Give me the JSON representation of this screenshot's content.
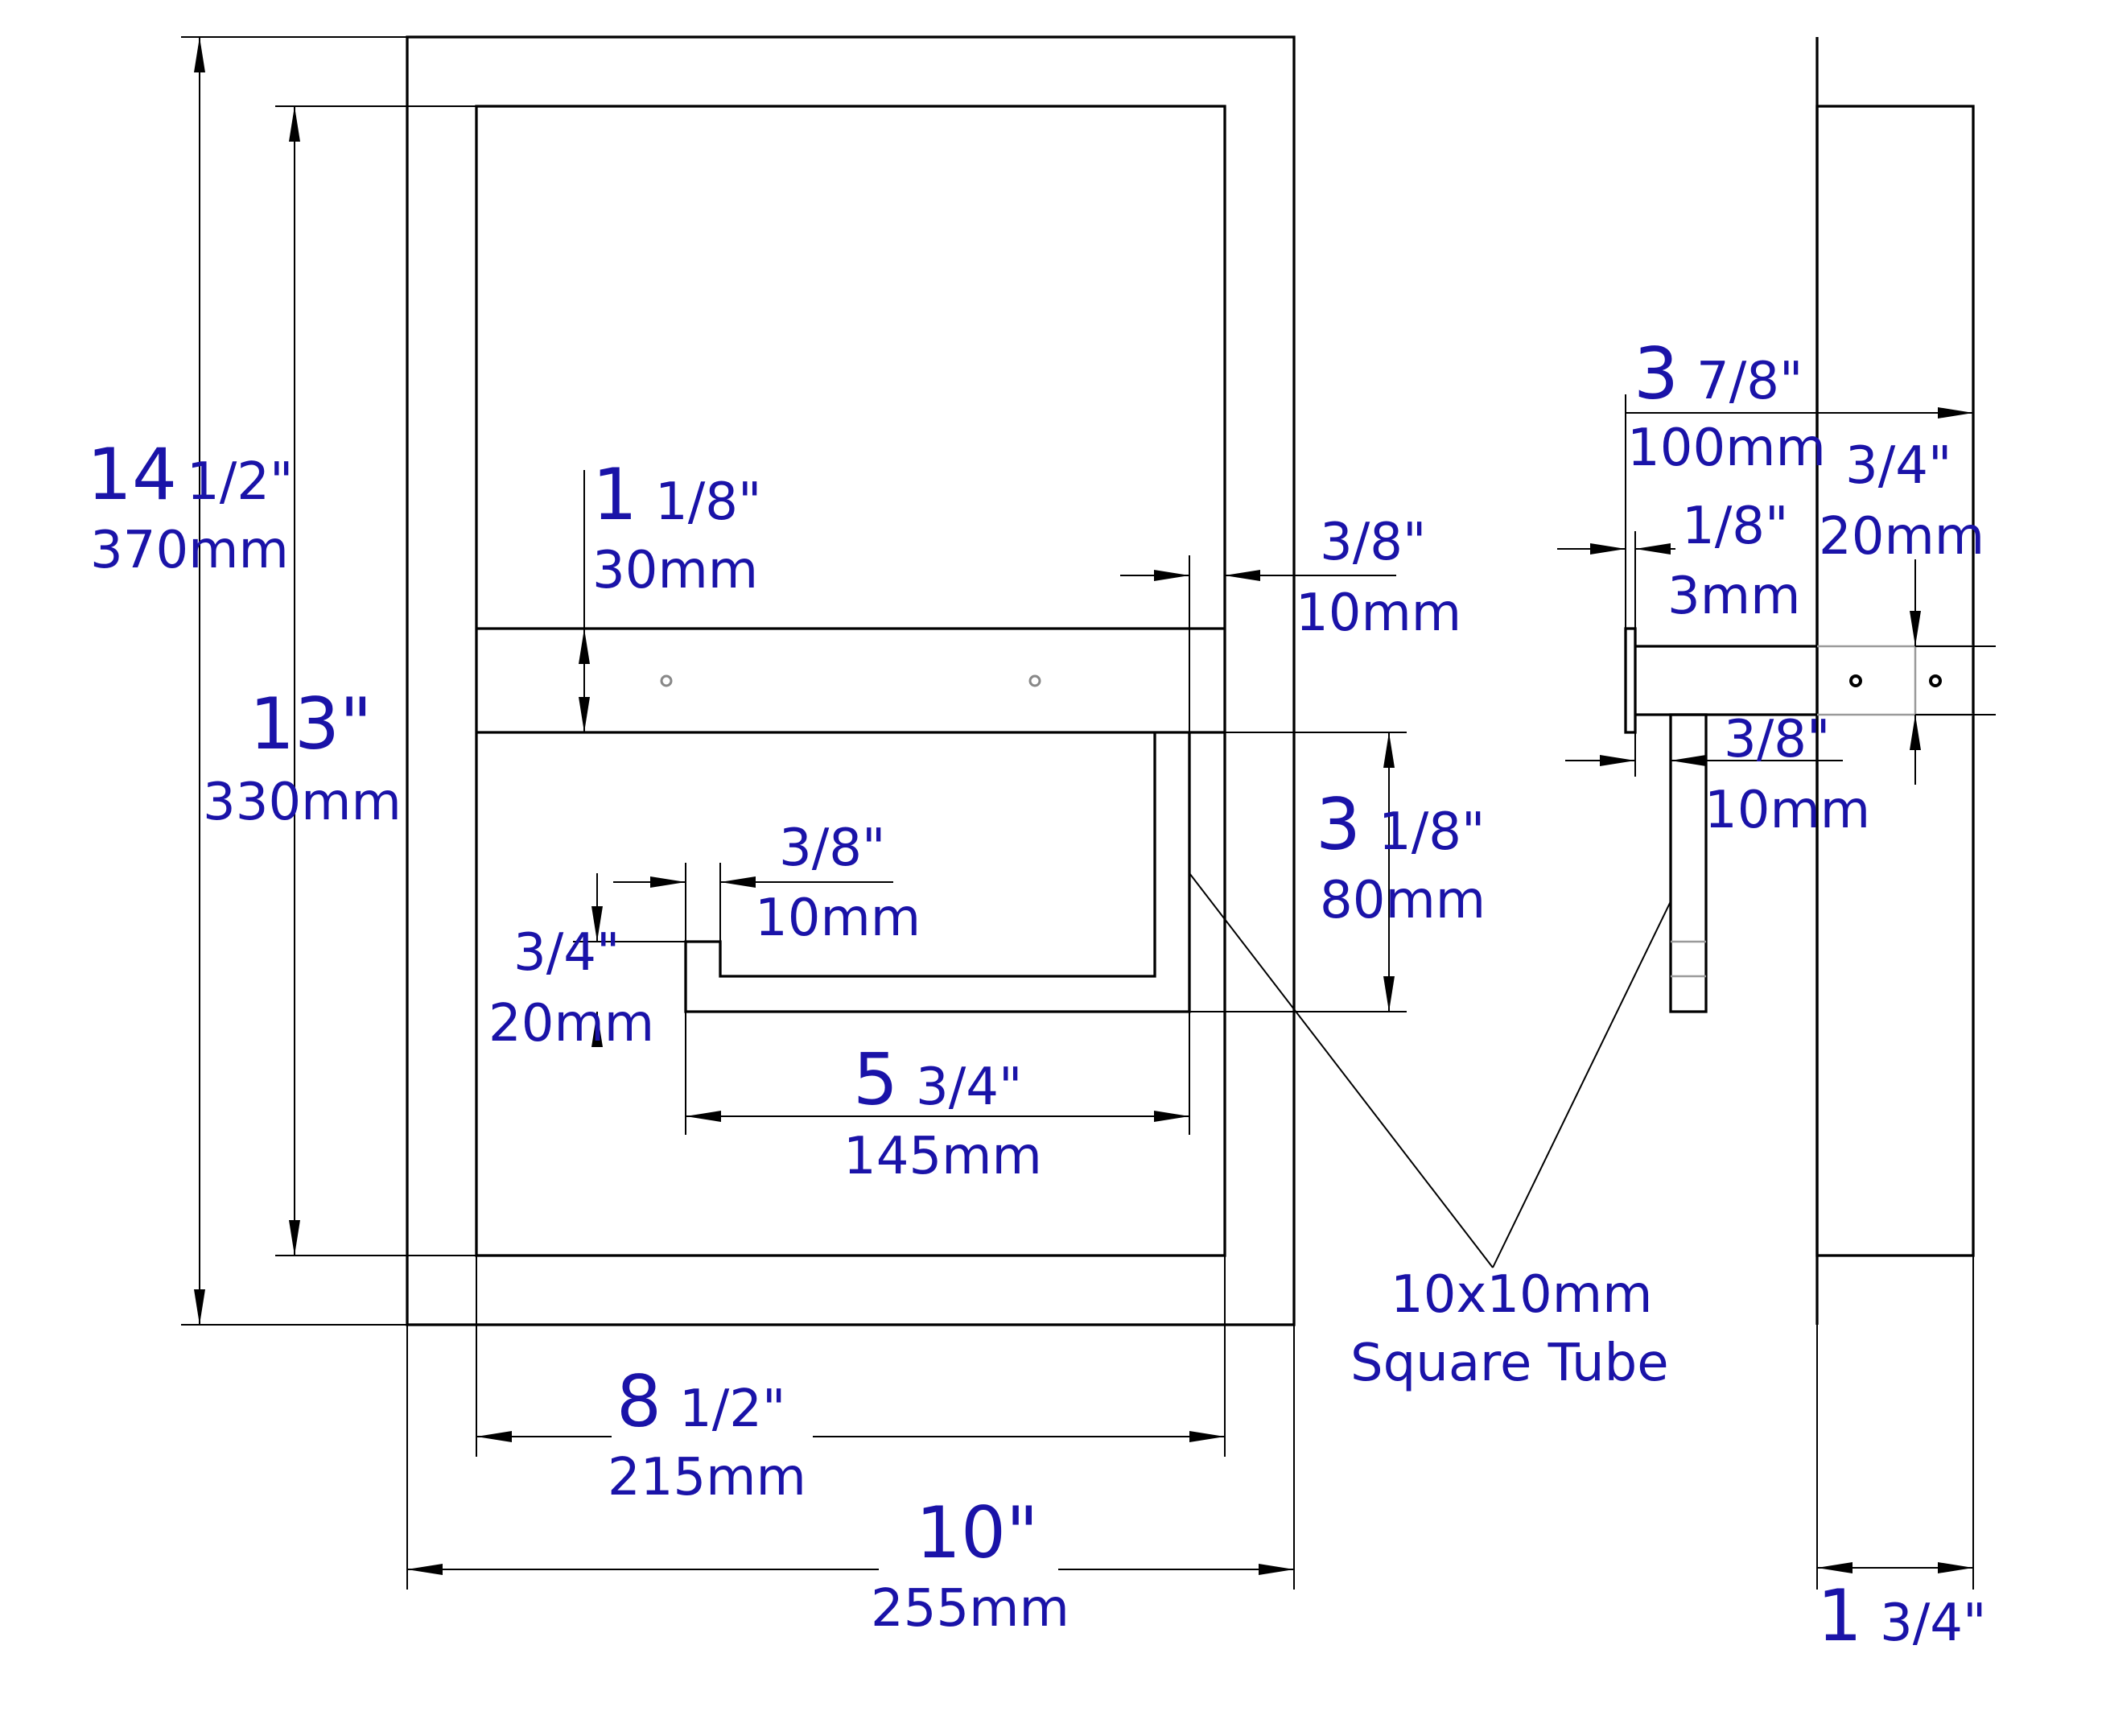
{
  "dims": {
    "overall_h": {
      "big": "14",
      "frac": "1/2\"",
      "metric": "370mm"
    },
    "inner_h": {
      "big": "13\"",
      "metric": "330mm"
    },
    "bar_h": {
      "big": "1",
      "frac": "1/8\"",
      "metric": "30mm"
    },
    "right_gap": {
      "frac": "3/8\"",
      "metric": "10mm"
    },
    "holder_h": {
      "big": "3",
      "frac": "1/8\"",
      "metric": "80mm"
    },
    "hook_gap": {
      "frac": "3/8\"",
      "metric": "10mm"
    },
    "hook_h": {
      "frac": "3/4\"",
      "metric": "20mm"
    },
    "holder_w": {
      "big": "5",
      "frac": "3/4\"",
      "metric": "145mm"
    },
    "inner_w": {
      "big": "8",
      "frac": "1/2\"",
      "metric": "215mm"
    },
    "overall_w": {
      "big": "10\"",
      "metric": "255mm"
    },
    "side_depth": {
      "big": "3",
      "frac": "7/8\"",
      "metric": "100mm"
    },
    "side_plate": {
      "frac": "1/8\"",
      "metric": "3mm"
    },
    "side_flange": {
      "frac": "3/4\"",
      "metric": "20mm"
    },
    "side_tube": {
      "frac": "3/8\"",
      "metric": "10mm"
    },
    "side_width": {
      "big": "1",
      "frac": "3/4\""
    }
  },
  "callout": {
    "line1": "10x10mm",
    "line2": "Square Tube"
  },
  "colors": {
    "text": "#1a13a8",
    "line": "#000000"
  }
}
